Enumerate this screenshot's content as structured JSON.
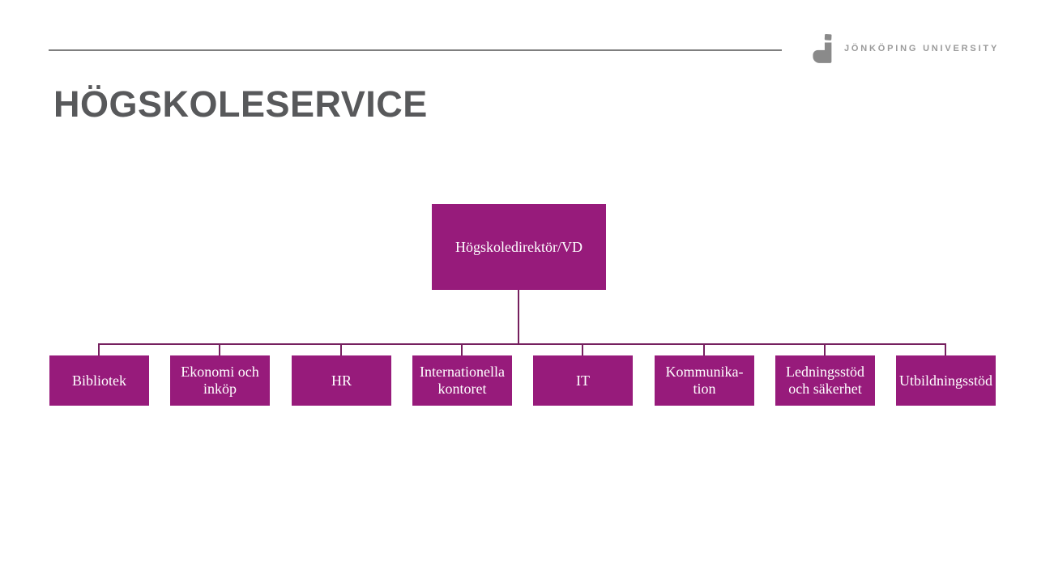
{
  "slide": {
    "title": "HÖGSKOLESERVICE",
    "logo": {
      "icon": "jonkoping-university-j-logo",
      "text": "JÖNKÖPING UNIVERSITY"
    },
    "colors": {
      "box_fill": "#971b7b",
      "connector_line": "#76205f",
      "title_text": "#58595b",
      "divider_gray": "#7f7f7f",
      "logo_gray": "#9b9b9b",
      "box_text": "#ffffff"
    }
  },
  "org_chart": {
    "type": "org-chart",
    "root": {
      "label": "Högskoledirektör/VD"
    },
    "children": [
      {
        "label": "Bibliotek"
      },
      {
        "label": "Ekonomi och\ninköp"
      },
      {
        "label": "HR"
      },
      {
        "label": "Internationella\nkontoret"
      },
      {
        "label": "IT"
      },
      {
        "label": "Kommunika-\ntion"
      },
      {
        "label": "Ledningsstöd\noch säkerhet"
      },
      {
        "label": "Utbildningsstöd"
      }
    ]
  }
}
